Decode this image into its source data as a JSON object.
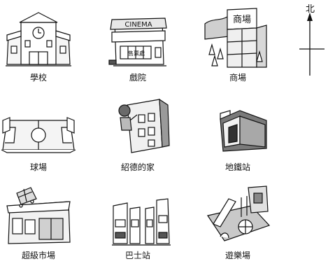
{
  "compass": {
    "north_label": "北"
  },
  "places": {
    "school": {
      "label": "學校",
      "clock": ""
    },
    "cinema": {
      "label": "戲院",
      "sign": "CINEMA",
      "ticket": "售票處"
    },
    "mall": {
      "label": "商場",
      "sign": "商場"
    },
    "field": {
      "label": "球場"
    },
    "home": {
      "label": "紹德的家"
    },
    "mtr": {
      "label": "地鐵站"
    },
    "supermarket": {
      "label": "超級市場"
    },
    "bus": {
      "label": "巴士站"
    },
    "park": {
      "label": "遊樂場"
    }
  }
}
